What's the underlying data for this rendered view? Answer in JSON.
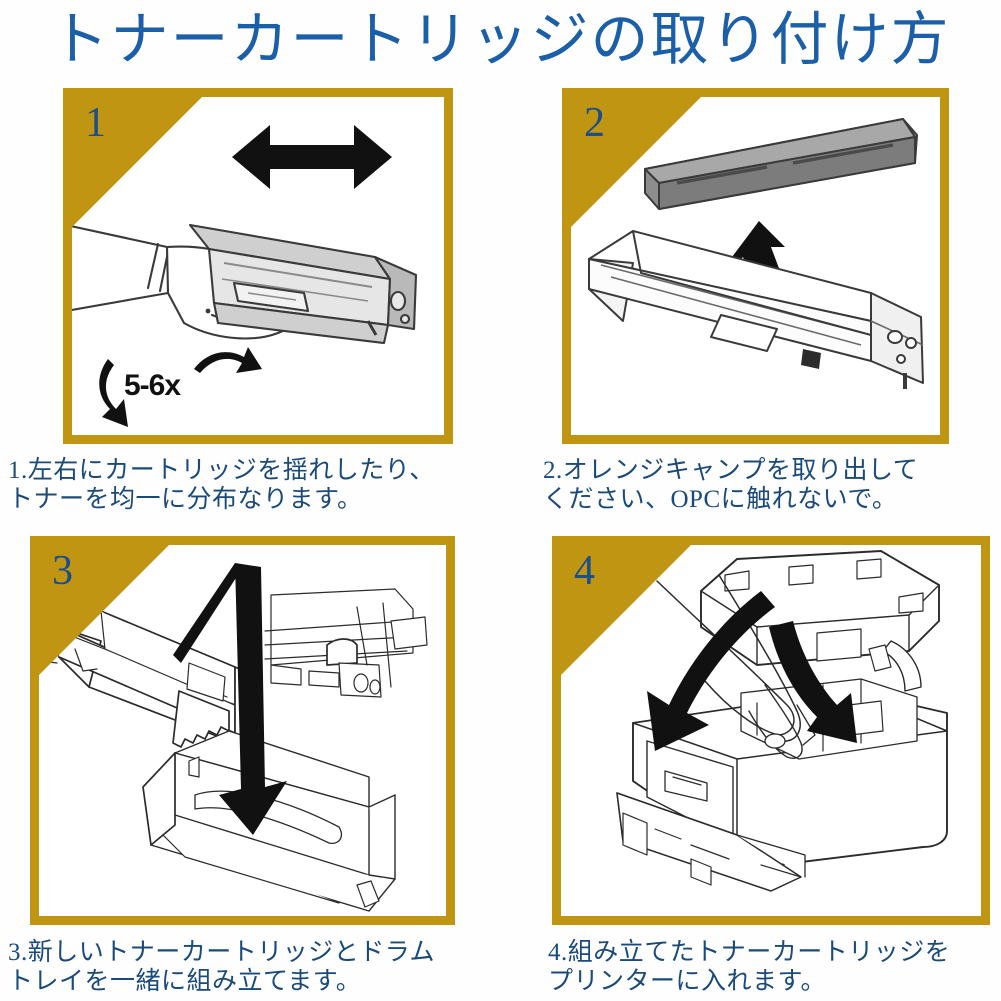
{
  "title": "トナーカートリッジの取り付け方",
  "colors": {
    "title_blue": "#1B5FA8",
    "caption_blue": "#1A4A7A",
    "frame_gold": "#C09512",
    "number_blue": "#1B4F8A",
    "line_art": "#2b2b2b",
    "part_gray": "#6f6f6f",
    "background": "#ffffff"
  },
  "panels": [
    {
      "number": "1",
      "icon": "hand-shaking-toner-cartridge-icon",
      "annotation": "5-6x",
      "annotation_icon": "rotate-arrows-icon",
      "arrow_icon": "double-headed-horizontal-arrow-icon",
      "caption": "1.左右にカートリッジを揺れしたり、\nトナーを均一に分布なります。"
    },
    {
      "number": "2",
      "icon": "toner-cartridge-with-orange-cap-icon",
      "part_icon": "orange-protective-cap-strip-icon",
      "arrow_icon": "up-arrow-icon",
      "caption": "2.オレンジキャンプを取り出して\nください、OPCに触れないで。"
    },
    {
      "number": "3",
      "icon": "toner-cartridge-and-drum-tray-icon",
      "arrow_icon": "down-arrow-icon",
      "caption": "3.新しいトナーカートリッジとドラム\nトレイを一緒に組み立てます。"
    },
    {
      "number": "4",
      "icon": "printer-with-open-lid-icon",
      "arrow_icon": "curved-insert-arrows-icon",
      "caption": "4.組み立てたトナーカートリッジを\nプリンターに入れます。"
    }
  ]
}
